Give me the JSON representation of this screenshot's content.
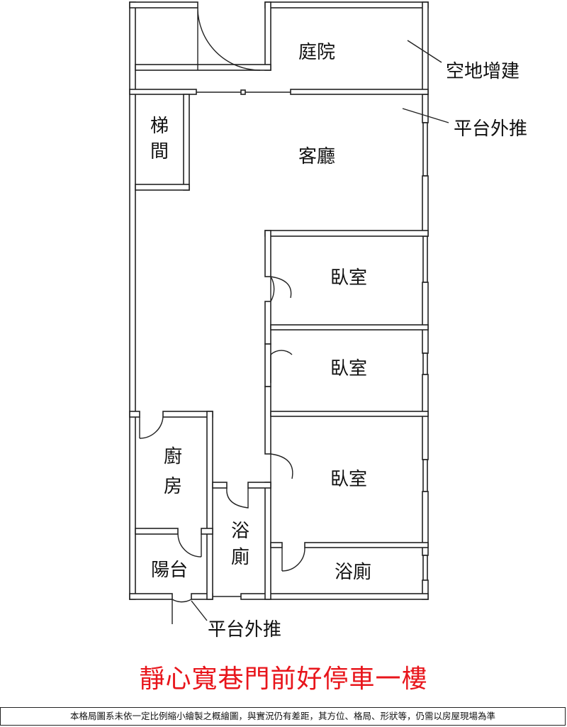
{
  "rooms": {
    "courtyard": "庭院",
    "living_room": "客廳",
    "stairwell_top": "梯",
    "stairwell_bottom": "間",
    "bedroom_1": "臥室",
    "bedroom_2": "臥室",
    "bedroom_3": "臥室",
    "kitchen_top": "廚",
    "kitchen_bottom": "房",
    "bathroom_1_top": "浴",
    "bathroom_1_bottom": "廁",
    "bathroom_2": "浴廁",
    "balcony": "陽台"
  },
  "annotations": {
    "extension": "空地增建",
    "platform_push_top": "平台外推",
    "platform_push_bottom": "平台外推"
  },
  "title": "靜心寬巷門前好停車一樓",
  "disclaimer": "本格局圖系未依一定比例縮小繪製之概繪圖，與實況仍有差距，其方位、格局、形狀等，仍需以房屋現場為準",
  "colors": {
    "title": "#e8151b",
    "wall": "#222222"
  }
}
